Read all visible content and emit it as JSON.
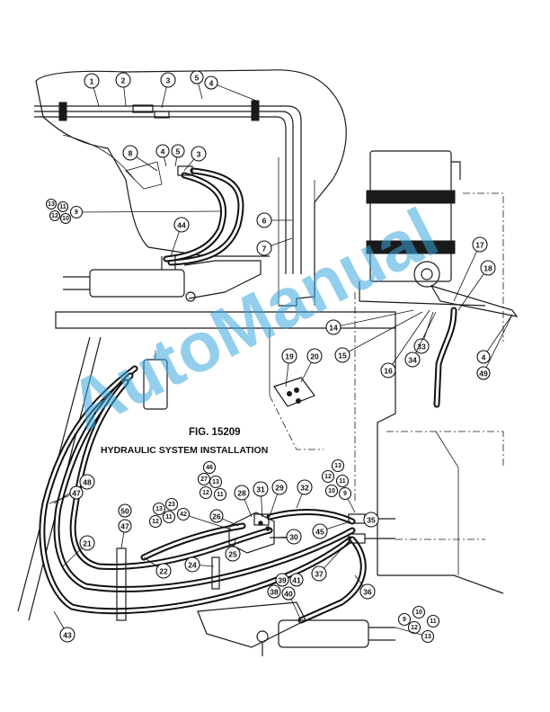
{
  "figure": {
    "number": "FIG. 15209",
    "caption": "HYDRAULIC SYSTEM INSTALLATION"
  },
  "watermark": "AutoManual",
  "colors": {
    "ink": "#1a1a1a",
    "watermark": "#3aa7df",
    "background": "#ffffff"
  },
  "callouts": [
    "1",
    "2",
    "3",
    "5",
    "4",
    "8",
    "4",
    "5",
    "3",
    "13",
    "11",
    "12",
    "10",
    "9",
    "44",
    "6",
    "7",
    "17",
    "18",
    "14",
    "15",
    "16",
    "33",
    "34",
    "4",
    "49",
    "19",
    "20",
    "46",
    "27",
    "13",
    "12",
    "11",
    "28",
    "31",
    "29",
    "32",
    "13",
    "12",
    "11",
    "10",
    "9",
    "50",
    "47",
    "13",
    "23",
    "12",
    "11",
    "42",
    "26",
    "48",
    "47",
    "21",
    "22",
    "24",
    "25",
    "30",
    "45",
    "35",
    "37",
    "39",
    "41",
    "38",
    "40",
    "36",
    "9",
    "10",
    "11",
    "12",
    "13",
    "43"
  ]
}
